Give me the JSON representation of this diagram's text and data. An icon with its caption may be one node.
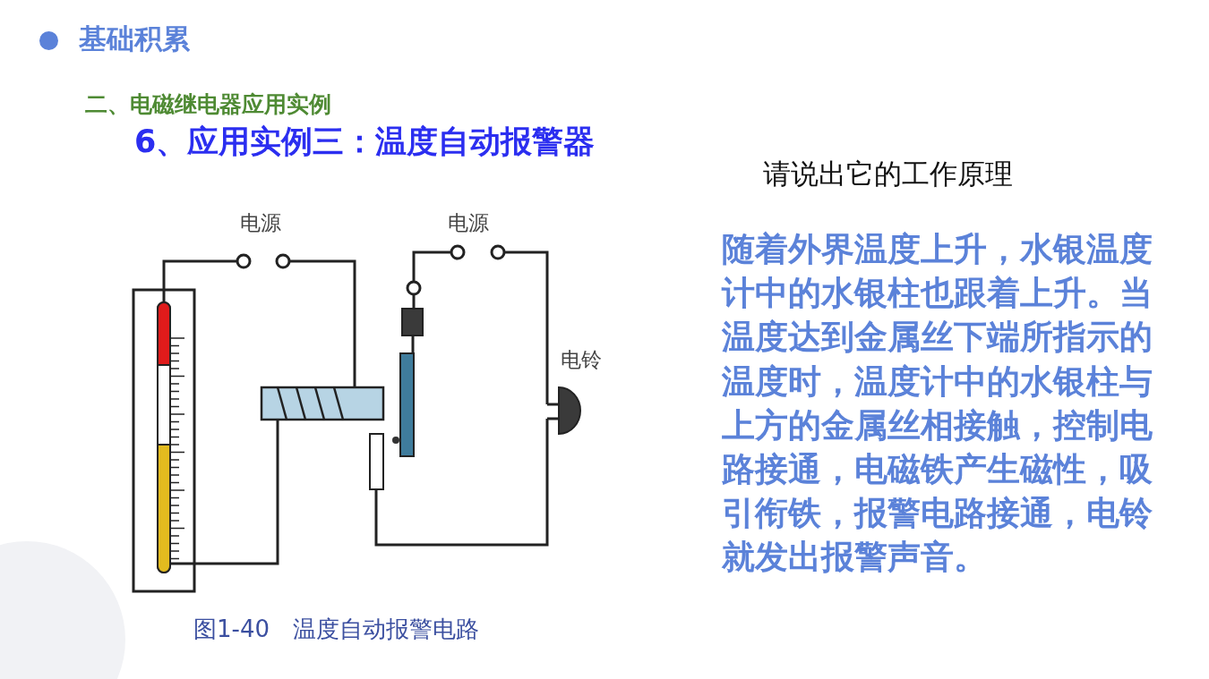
{
  "diagram": {
    "title": "6、应用实例三：温度自动报警器",
    "caption": "图1-40　温度自动报警电路",
    "labels": [
      "基础积累",
      "二、电磁继电器应用实例",
      "请说出它的工作原理",
      "随着外界温度上升，水银温度计中的水银柱也跟着上升。当温度达到金属丝下端所指示的温度时，温度计中的水银柱与上方的金属丝相接触，控制电路接通，电磁铁产生磁性，吸引衔铁，报警电路接通，电铃就发出报警声音。",
      "电源",
      "电源",
      "电铃"
    ]
  }
}
